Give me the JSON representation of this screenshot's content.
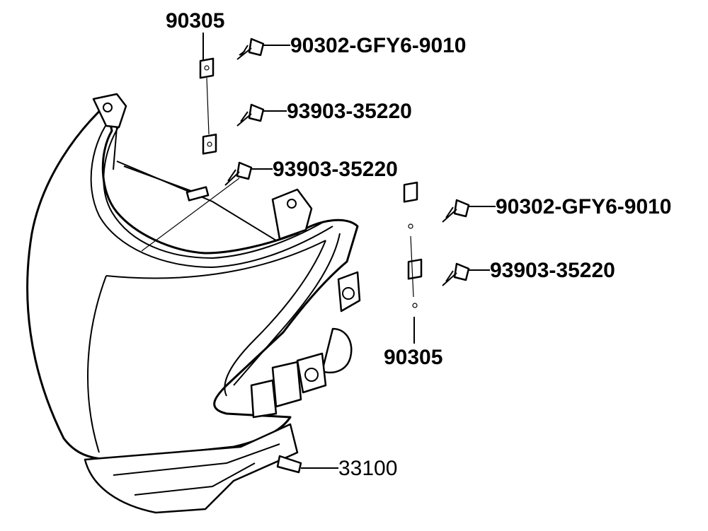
{
  "labels": {
    "clip_top": "90305",
    "screw_a": "90302-GFY6-9010",
    "screw_b": "93903-35220",
    "screw_c": "93903-35220",
    "screw_d": "90302-GFY6-9010",
    "screw_e": "93903-35220",
    "clip_right": "90305",
    "headlight": "33100"
  }
}
